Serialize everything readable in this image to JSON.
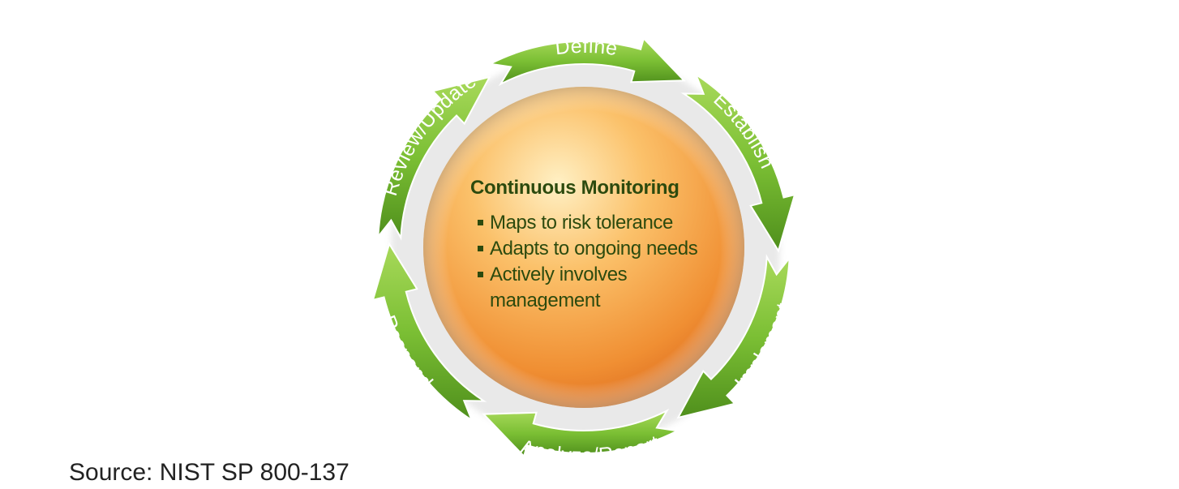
{
  "diagram": {
    "center": {
      "title": "Continuous Monitoring",
      "bullets": [
        "Maps to risk tolerance",
        "Adapts to ongoing needs",
        "Actively involves management"
      ]
    },
    "cycle_steps": [
      "Define",
      "Establish",
      "Implement",
      "Analyze/Report",
      "Respond",
      "Review/Update"
    ],
    "colors": {
      "ring_green_light": "#9bd14d",
      "ring_green_dark": "#4e8a1a",
      "sphere_light": "#fde2a0",
      "sphere_mid": "#f7a849",
      "sphere_dark": "#d9691b",
      "text_dark_green": "#2c4a0e"
    }
  },
  "footer": {
    "source": "Source: NIST SP 800-137"
  }
}
